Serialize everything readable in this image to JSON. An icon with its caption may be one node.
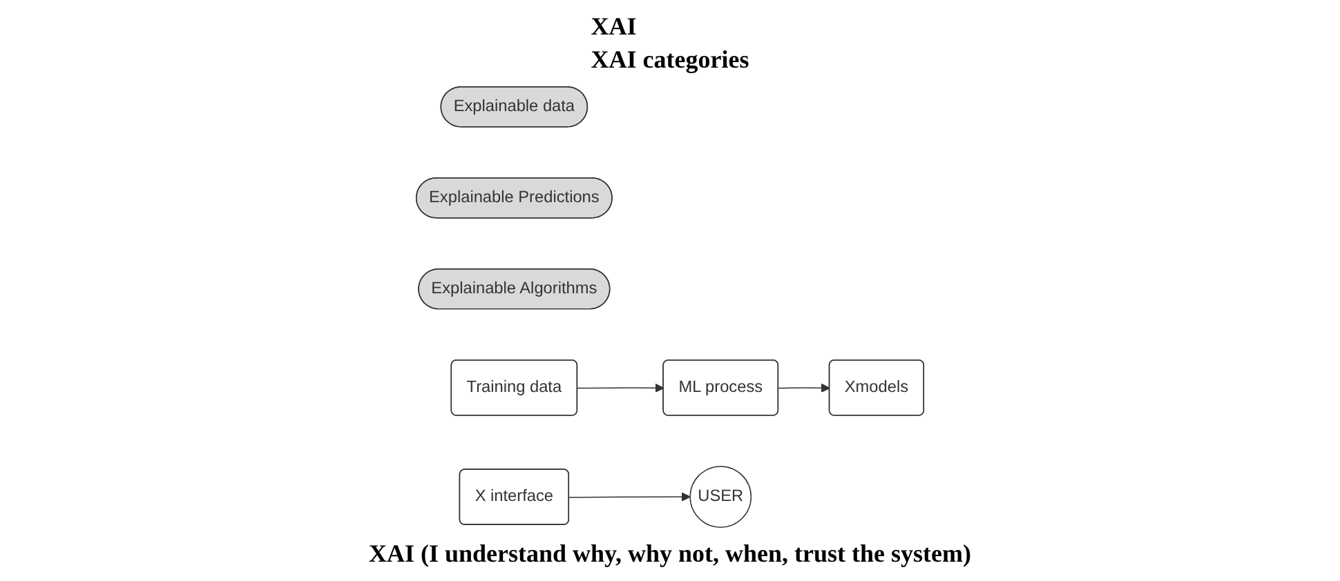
{
  "diagram": {
    "nodes": [
      {
        "text": [
          "Explainable data"
        ]
      },
      {
        "text": [
          "Explainable Predictions"
        ]
      },
      {
        "text": [
          "Explainable Algorithms"
        ]
      },
      {
        "text": [
          "Training data"
        ]
      },
      {
        "text": [
          "ML process"
        ]
      },
      {
        "text": [
          "Xmodels"
        ]
      },
      {
        "text": [
          "X interface"
        ]
      },
      {
        "text": [
          "USER"
        ]
      }
    ],
    "edges": [
      {
        "from": 3,
        "to": 4,
        "arrow": "to"
      },
      {
        "from": 4,
        "to": 5,
        "arrow": "to"
      },
      {
        "from": 6,
        "to": 7,
        "arrow": "to"
      }
    ],
    "labels": [
      "XAI",
      "XAI categories",
      "XAI (I understand why, why not, when, trust the system)"
    ]
  }
}
